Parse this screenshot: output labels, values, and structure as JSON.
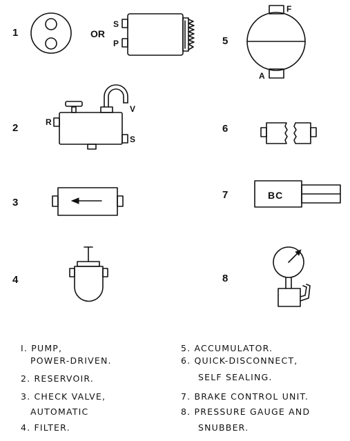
{
  "numbers": [
    "1",
    "2",
    "3",
    "4",
    "5",
    "6",
    "7",
    "8"
  ],
  "pump": {
    "or": "OR",
    "port_s": "S",
    "port_p": "P"
  },
  "reservoir": {
    "port_r": "R",
    "port_v": "V",
    "port_s": "S"
  },
  "accumulator": {
    "port_f": "F",
    "port_a": "A"
  },
  "brake_control": {
    "text": "BC"
  },
  "legend": {
    "item1_line1": "I. PUMP,",
    "item1_line2": "POWER-DRIVEN.",
    "item2": "2. RESERVOIR.",
    "item3_line1": "3. CHECK VALVE,",
    "item3_line2": "AUTOMATIC",
    "item4": "4. FILTER.",
    "item5": "5. ACCUMULATOR.",
    "item6_line1": "6. QUICK-DISCONNECT,",
    "item6_line2": "SELF SEALING.",
    "item7": "7. BRAKE CONTROL UNIT.",
    "item8_line1": "8. PRESSURE GAUGE AND",
    "item8_line2": "SNUBBER."
  }
}
